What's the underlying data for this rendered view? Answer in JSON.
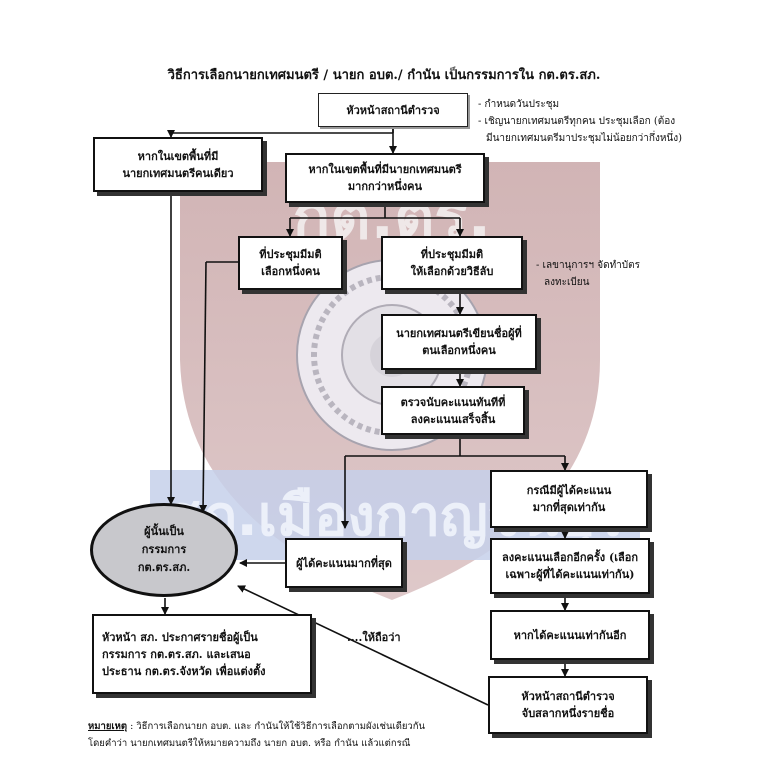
{
  "title": "วิธีการเลือกนายกเทศมนตรี / นายก อบต./ กำนัน   เป็นกรรมการใน กต.ตร.สภ.",
  "watermark": {
    "text_top": "กต.ตร.",
    "text_banner": "สภ.เมืองกาญจนบุรี",
    "shield_color": "#9b2a2e",
    "banner_color": "#5a78b8",
    "seal_color": "#6a6a7a"
  },
  "boxes": {
    "station_head": "หัวหน้าสถานีตำรวจ",
    "single_mayor": "หากในเขตพื้นที่มี\nนายกเทศมนตรีคนเดียว",
    "multi_mayor": "หากในเขตพื้นที่มีนายกเทศมนตรี\nมากกว่าหนึ่งคน",
    "select_one": "ที่ประชุมมีมติ\nเลือกหนึ่งคน",
    "secret_ballot": "ที่ประชุมมีมติ\nให้เลือกด้วยวิธีลับ",
    "write_name": "นายกเทศมนตรีเขียนชื่อผู้ที่\nตนเลือกหนึ่งคน",
    "count_votes": "ตรวจนับคะแนนทันทีที่\nลงคะแนนเสร็จสิ้น",
    "tie_case": "กรณีมีผู้ได้คะแนน\nมากที่สุดเท่ากัน",
    "top_score": "ผู้ได้คะแนนมากที่สุด",
    "revote": "ลงคะแนนเลือกอีกครั้ง (เลือก\nเฉพาะผู้ที่ได้คะแนนเท่ากัน)",
    "tie_again": "หากได้คะแนนเท่ากันอีก",
    "draw_lots": "หัวหน้าสถานีตำรวจ\nจับสลากหนึ่งรายชื่อ",
    "announce": "หัวหน้า สภ. ประกาศรายชื่อผู้เป็น\nกรรมการ กต.ตร.สภ. และเสนอ\nประธาน กต.ตร.จังหวัด เพื่อแต่งตั้ง"
  },
  "circle": {
    "line1": "ผู้นั้นเป็น",
    "line2": "กรรมการ",
    "line3": "กต.ตร.สภ."
  },
  "notes": {
    "meeting1": "- กำหนดวันประชุม",
    "meeting2": "- เชิญนายกเทศมนตรีทุกคน ประชุมเลือก (ต้อง",
    "meeting3": "มีนายกเทศมนตรีมาประชุมไม่น้อยกว่ากึ่งหนึ่ง)",
    "secretary1": "- เลขานุการฯ จัดทำบัตร",
    "secretary2": "ลงทะเบียน",
    "deemed": "....ให้ถือว่า"
  },
  "footnote": {
    "label": "หมายเหตุ",
    "line1": " : วิธีการเลือกนายก อบต. และ กำนันให้ใช้วิธีการเลือกตามผังเช่นเดียวกัน",
    "line2": "โดยคำว่า นายกเทศมนตรีให้หมายความถึง นายก อบต. หรือ กำนัน แล้วแต่กรณี"
  }
}
